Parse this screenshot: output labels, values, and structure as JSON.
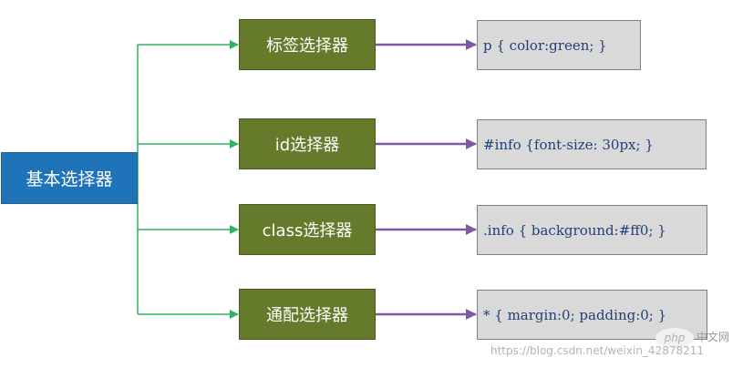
{
  "root": {
    "label": "基本选择器"
  },
  "selectors": [
    {
      "label": "标签选择器",
      "example": "p { color:green; }"
    },
    {
      "label": "id选择器",
      "example": "#info {font-size: 30px; }"
    },
    {
      "label": "class选择器",
      "example": ".info { background:#ff0; }"
    },
    {
      "label": "通配选择器",
      "example": "* { margin:0; padding:0; }"
    }
  ],
  "watermark": {
    "logo": "php",
    "logo_suffix": "中文网",
    "url": "https://blog.csdn.net/weixin_42878211"
  },
  "colors": {
    "root_fill": "#1f73b8",
    "selector_fill": "#667a2c",
    "code_fill": "#d9d9d9",
    "branch_line": "#2eb35f",
    "example_arrow": "#7e5aa3"
  }
}
